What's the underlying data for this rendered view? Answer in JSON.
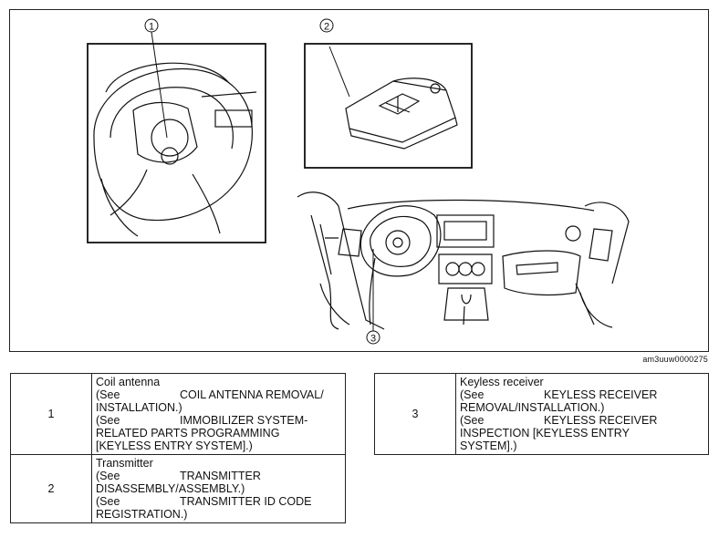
{
  "figure": {
    "callouts": [
      "1",
      "2",
      "3"
    ],
    "figure_id": "am3uuw0000275"
  },
  "legend": [
    {
      "number": "1",
      "title": "Coil antenna",
      "lines": [
        {
          "see": "(See",
          "text": "COIL ANTENNA REMOVAL/"
        },
        {
          "see": "",
          "text": "INSTALLATION.)"
        },
        {
          "see": "(See",
          "text": "IMMOBILIZER SYSTEM-"
        },
        {
          "see": "",
          "text": "RELATED PARTS PROGRAMMING"
        },
        {
          "see": "",
          "text": "[KEYLESS ENTRY SYSTEM].)"
        }
      ]
    },
    {
      "number": "2",
      "title": "Transmitter",
      "lines": [
        {
          "see": "(See",
          "text": "TRANSMITTER"
        },
        {
          "see": "",
          "text": "DISASSEMBLY/ASSEMBLY.)"
        },
        {
          "see": "(See",
          "text": "TRANSMITTER ID CODE"
        },
        {
          "see": "",
          "text": "REGISTRATION.)"
        }
      ]
    },
    {
      "number": "3",
      "title": "Keyless receiver",
      "lines": [
        {
          "see": "(See",
          "text": "KEYLESS RECEIVER"
        },
        {
          "see": "",
          "text": "REMOVAL/INSTALLATION.)"
        },
        {
          "see": "(See",
          "text": "KEYLESS RECEIVER"
        },
        {
          "see": "",
          "text": "INSPECTION [KEYLESS ENTRY"
        },
        {
          "see": "",
          "text": "SYSTEM].)"
        }
      ]
    }
  ]
}
